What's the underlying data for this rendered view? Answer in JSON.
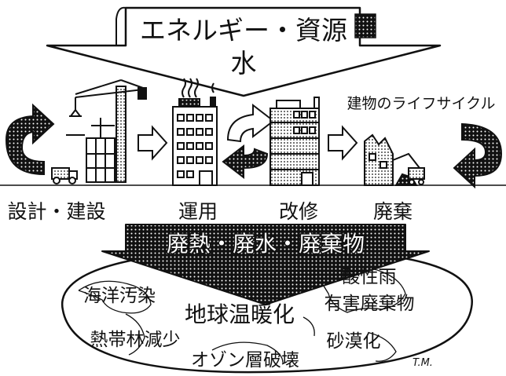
{
  "top_arrow": {
    "line1": "エネルギー・資源",
    "line2": "水"
  },
  "lifecycle_label": "建物のライフサイクル",
  "stages": [
    {
      "label": "設計・建設"
    },
    {
      "label": "運用"
    },
    {
      "label": "改修"
    },
    {
      "label": "廃棄"
    }
  ],
  "output_arrow": {
    "label": "廃熱・廃水・廃棄物"
  },
  "impacts": {
    "marine_pollution": "海洋汚染",
    "global_warming": "地球温暖化",
    "acid_rain": "酸性雨",
    "hazardous_waste": "有害廃棄物",
    "deforestation": "熱帯林減少",
    "desertification": "砂漠化",
    "ozone_depletion": "オゾン層破壊"
  },
  "signature": "T.M.",
  "colors": {
    "ink": "#111111",
    "dots": "#ffffff",
    "fill": "#ffffff"
  }
}
